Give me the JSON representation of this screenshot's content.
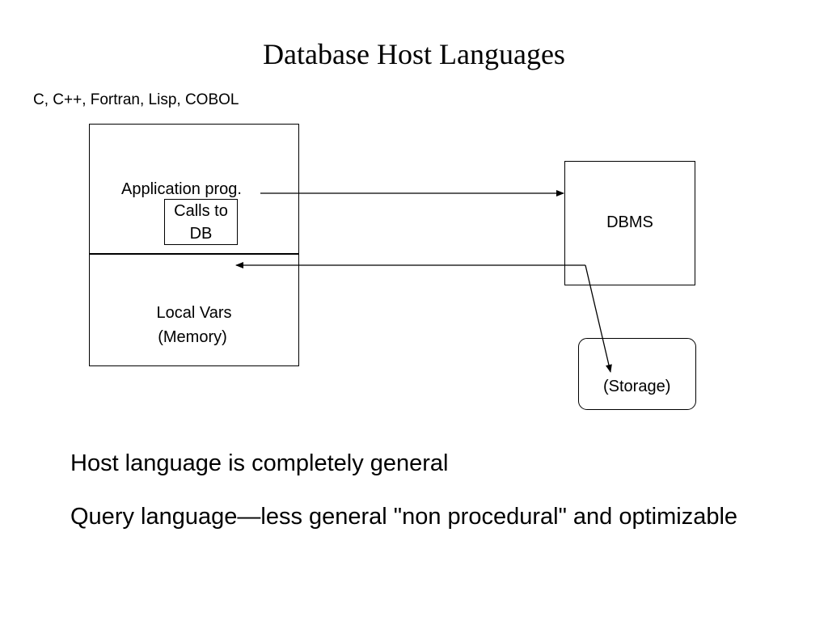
{
  "slide": {
    "title": "Database Host Languages",
    "languages": "C, C++, Fortran, Lisp, COBOL"
  },
  "diagram": {
    "application_label": "Application prog.",
    "calls_line1": "Calls to",
    "calls_line2": "DB",
    "local_vars_line1": "Local Vars",
    "local_vars_line2": "(Memory)",
    "dbms_label": "DBMS",
    "storage_label": "(Storage)"
  },
  "bullets": [
    "Host language is completely general",
    "Query language—less general \"non procedural\" and optimizable"
  ]
}
